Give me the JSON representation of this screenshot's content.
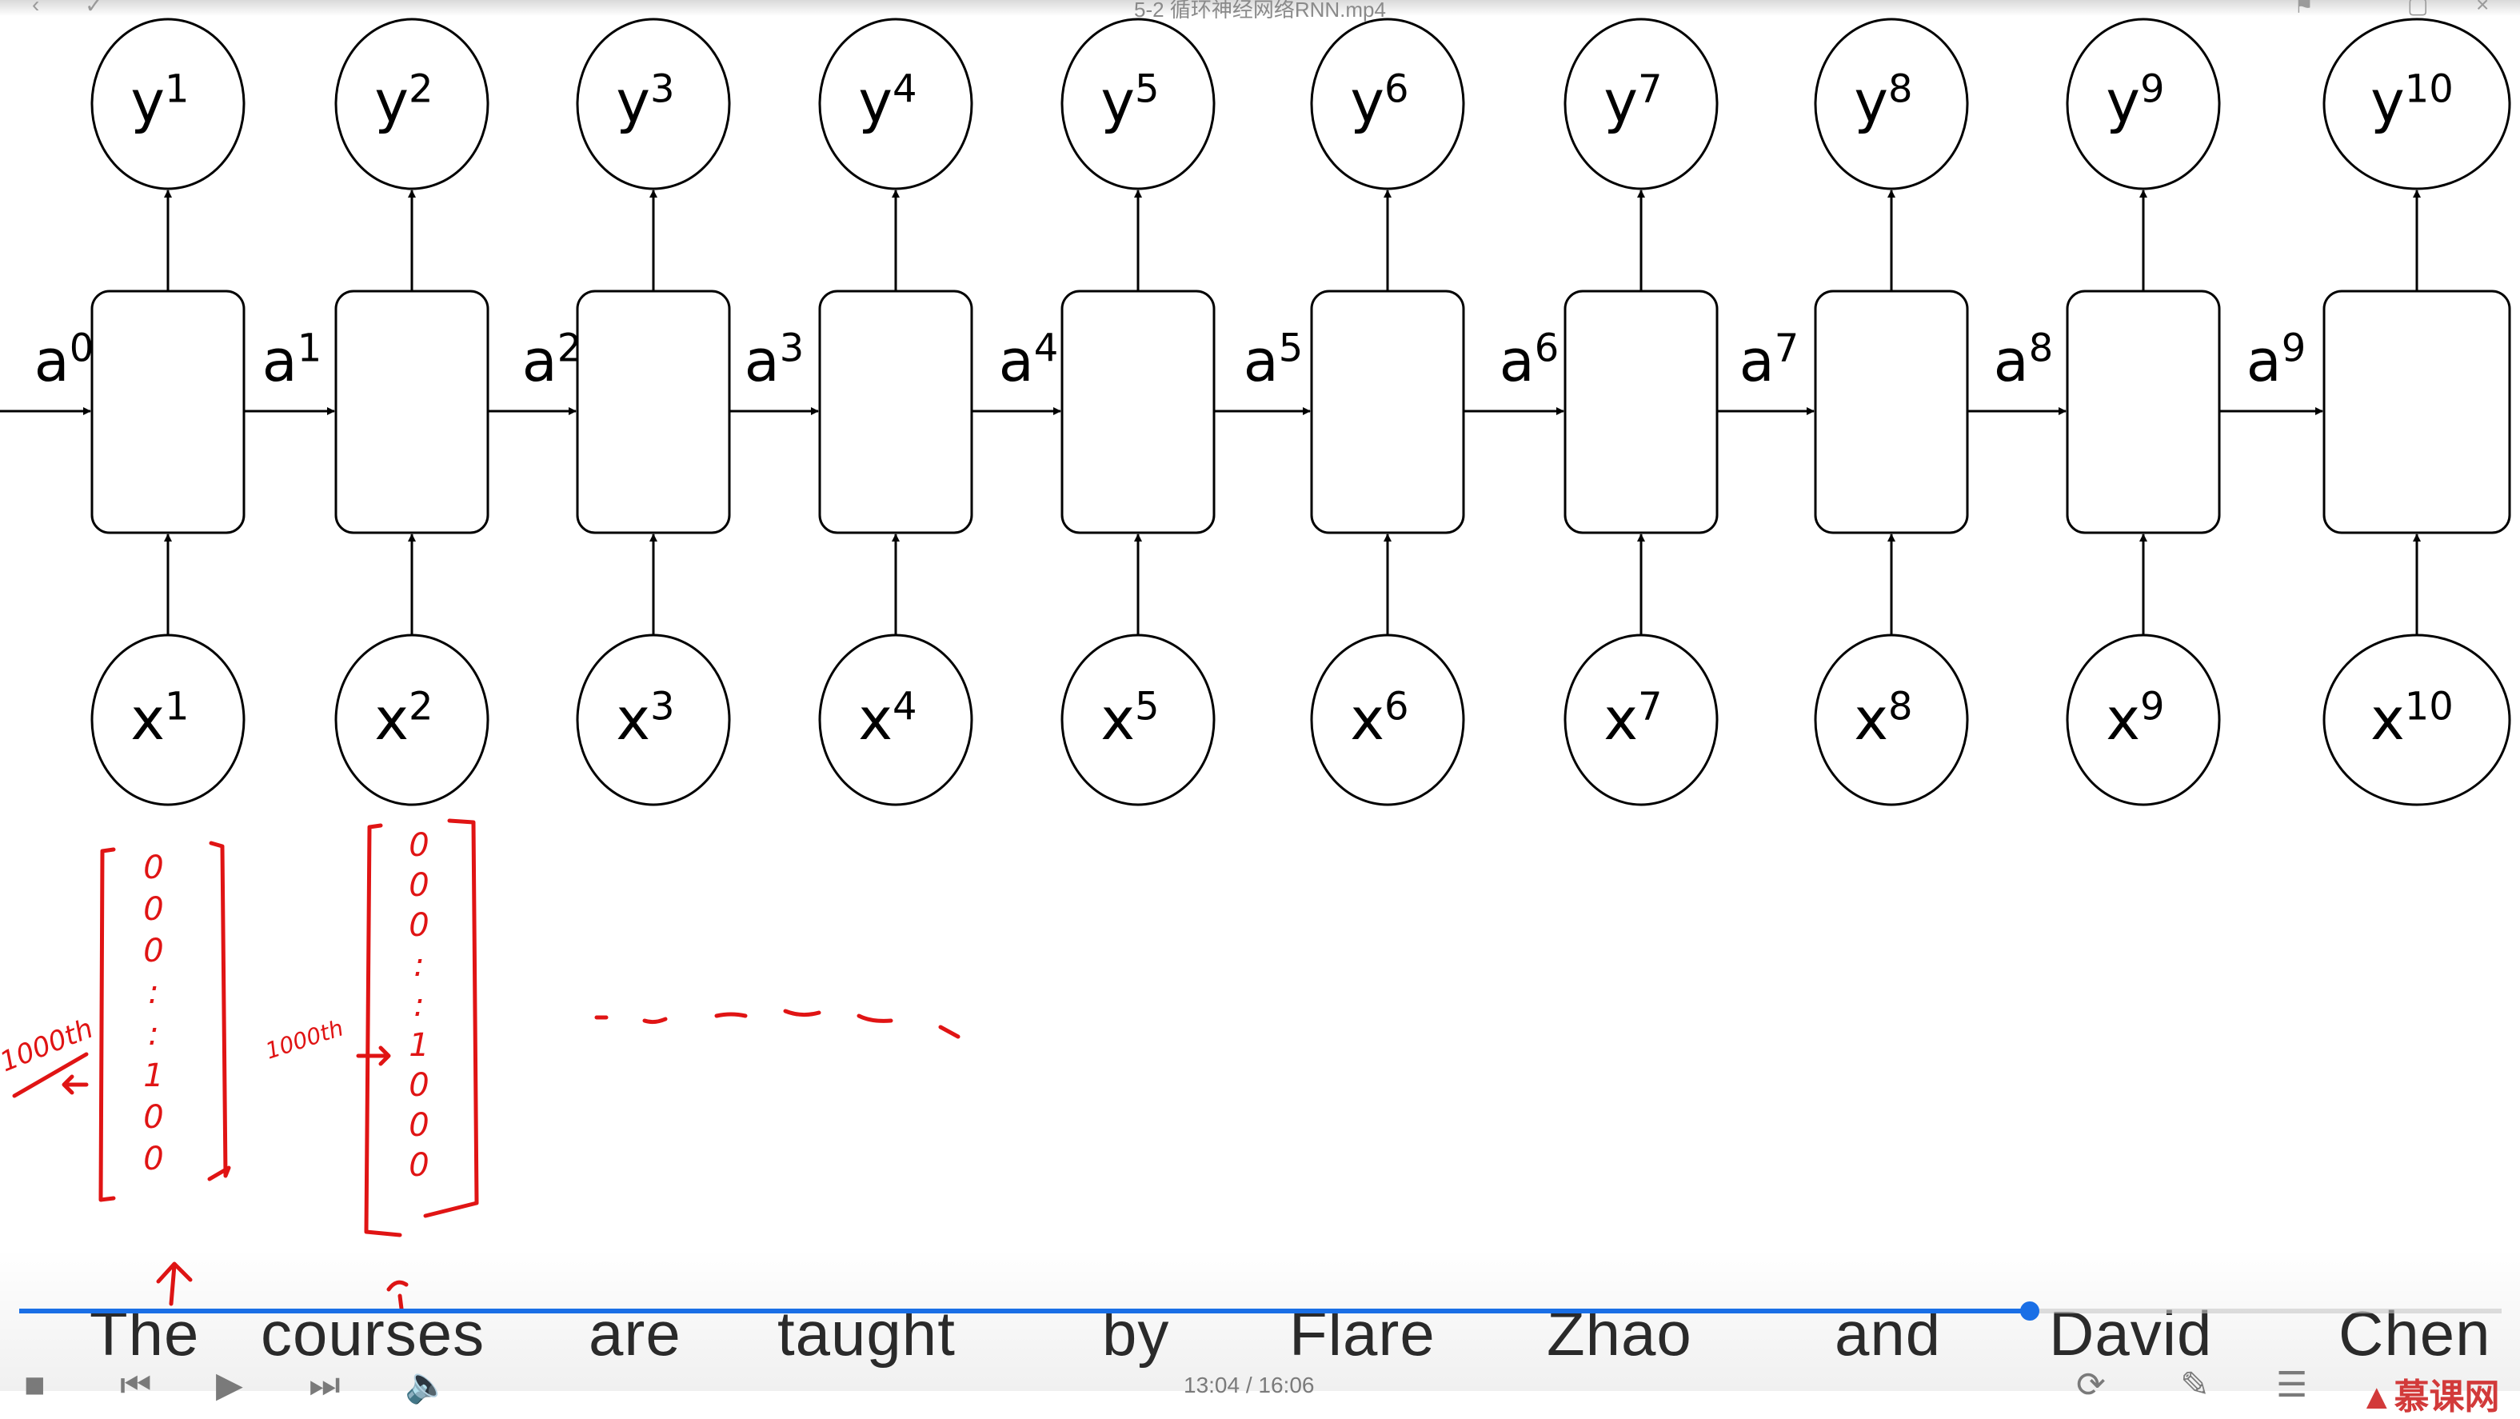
{
  "player": {
    "title": "5-2 循环神经网络RNN.mp4",
    "time": "13:04 / 16:06",
    "progress": 0.81,
    "brand": "▲慕课网",
    "accent": "#1a6fe6"
  },
  "diagram": {
    "outputs": [
      {
        "base": "y",
        "sup": "1"
      },
      {
        "base": "y",
        "sup": "2"
      },
      {
        "base": "y",
        "sup": "3"
      },
      {
        "base": "y",
        "sup": "4"
      },
      {
        "base": "y",
        "sup": "5"
      },
      {
        "base": "y",
        "sup": "6"
      },
      {
        "base": "y",
        "sup": "7"
      },
      {
        "base": "y",
        "sup": "8"
      },
      {
        "base": "y",
        "sup": "9"
      },
      {
        "base": "y",
        "sup": "10"
      }
    ],
    "inputs": [
      {
        "base": "x",
        "sup": "1"
      },
      {
        "base": "x",
        "sup": "2"
      },
      {
        "base": "x",
        "sup": "3"
      },
      {
        "base": "x",
        "sup": "4"
      },
      {
        "base": "x",
        "sup": "5"
      },
      {
        "base": "x",
        "sup": "6"
      },
      {
        "base": "x",
        "sup": "7"
      },
      {
        "base": "x",
        "sup": "8"
      },
      {
        "base": "x",
        "sup": "9"
      },
      {
        "base": "x",
        "sup": "10"
      }
    ],
    "activations": [
      {
        "base": "a",
        "sup": "0"
      },
      {
        "base": "a",
        "sup": "1"
      },
      {
        "base": "a",
        "sup": "2"
      },
      {
        "base": "a",
        "sup": "3"
      },
      {
        "base": "a",
        "sup": "4"
      },
      {
        "base": "a",
        "sup": "5"
      },
      {
        "base": "a",
        "sup": "6"
      },
      {
        "base": "a",
        "sup": "7"
      },
      {
        "base": "a",
        "sup": "8"
      },
      {
        "base": "a",
        "sup": "9"
      }
    ]
  },
  "annotations": {
    "vector1_label": "1000th",
    "vector2_label": "1000th",
    "vector1_entries": [
      "0",
      "0",
      "0",
      ":",
      ":",
      "1",
      "0",
      "0"
    ],
    "vector2_entries": [
      "0",
      "0",
      "0",
      ":",
      ":",
      "1",
      "0",
      "0",
      "0"
    ],
    "ink_color": "#e01414"
  },
  "subtitle": {
    "words": [
      "The",
      "courses",
      "are",
      "taught",
      "by",
      "Flare",
      "Zhao",
      "and",
      "David",
      "Chen"
    ]
  }
}
